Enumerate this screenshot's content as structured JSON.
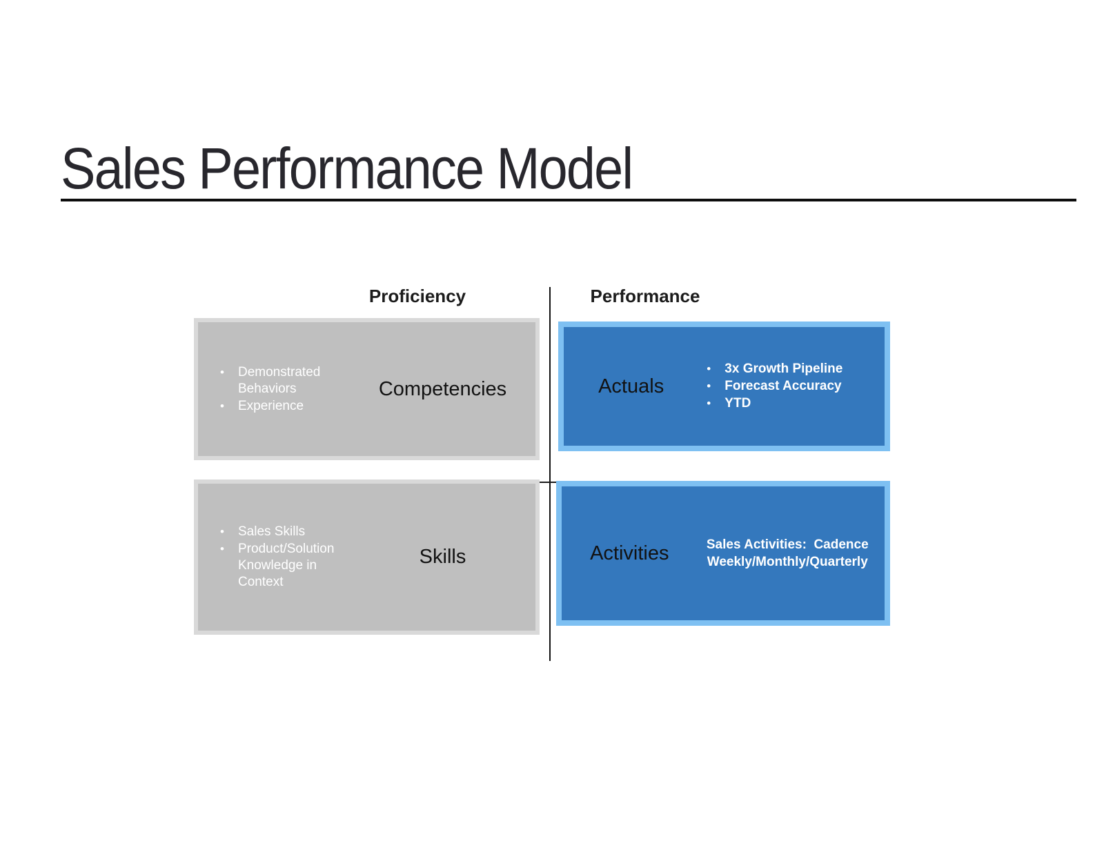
{
  "title": "Sales Performance Model",
  "columns": {
    "left": "Proficiency",
    "right": "Performance"
  },
  "quadrants": [
    {
      "id": "competencies",
      "label": "Competencies",
      "bullets": [
        "Demonstrated Behaviors",
        "Experience"
      ]
    },
    {
      "id": "actuals",
      "label": "Actuals",
      "bullets": [
        "3x Growth Pipeline",
        "Forecast Accuracy",
        "YTD"
      ]
    },
    {
      "id": "skills",
      "label": "Skills",
      "bullets": [
        "Sales Skills",
        "Product/Solution Knowledge in Context"
      ]
    },
    {
      "id": "activities",
      "label": "Activities",
      "note_lines": [
        "Sales Activities:  Cadence",
        "Weekly/Monthly/Quarterly"
      ]
    }
  ],
  "colors": {
    "gray_fill": "#bfbfbf",
    "gray_border": "#d9d9d9",
    "blue_fill": "#3478bd",
    "blue_border": "#7ec0f2",
    "title_text": "#28272d",
    "bullet_text": "#ffffff",
    "axis_line": "#101010"
  }
}
